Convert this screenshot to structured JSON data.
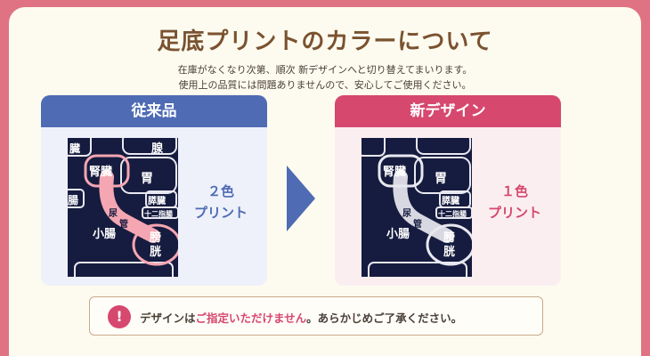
{
  "header": {
    "title": "足底プリントのカラーについて",
    "desc_line1": "在庫がなくなり次第、順次 新デザインへと切り替えてまいります。",
    "desc_line2": "使用上の品質には問題ありませんので、安心してご使用ください。"
  },
  "old_card": {
    "heading": "従来品",
    "print_line1": "２色",
    "print_line2": "プリント"
  },
  "new_card": {
    "heading": "新デザイン",
    "print_line1": "１色",
    "print_line2": "プリント"
  },
  "photo_labels": {
    "kidney": "腎臓",
    "stomach": "胃",
    "pancreas_top": "臓",
    "pancreas": "膵臓",
    "gland": "腺",
    "duodenum": "十二指腸",
    "ureter_1": "尿",
    "ureter_2": "管",
    "small_intestine": "小腸",
    "bladder_1": "膀",
    "bladder_2": "胱",
    "intestine_left": "腸"
  },
  "notice": {
    "icon": "exclamation-icon",
    "text_before": "デザインは",
    "text_highlight": "ご指定いただけません",
    "text_after": "。あらかじめご了承ください。"
  },
  "colors": {
    "page_border": "#e07383",
    "old_accent": "#4e6bb4",
    "new_accent": "#d6486e",
    "old_highlight": "#f4a6b2",
    "fabric": "#161c3f"
  }
}
